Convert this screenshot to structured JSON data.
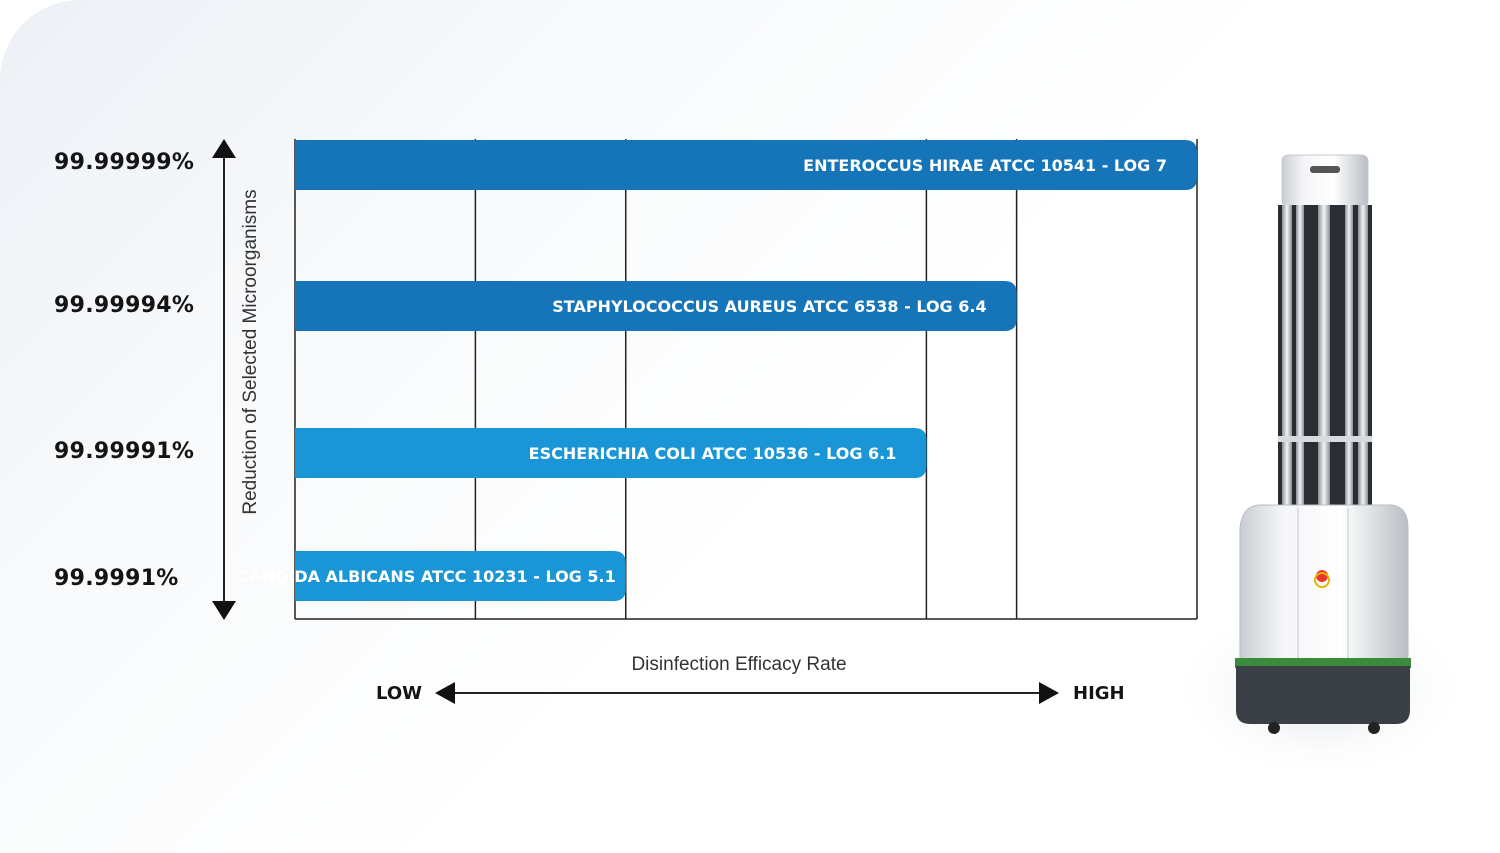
{
  "chart_data": {
    "type": "bar",
    "orientation": "horizontal",
    "ylabel": "Reduction of Selected Microorganisms",
    "xlabel": "Disinfection Efficacy Rate",
    "x_low_label": "LOW",
    "x_high_label": "HIGH",
    "xlim": [
      4,
      7
    ],
    "categories": [
      "ENTEROCCUS HIRAE ATCC 10541 - LOG 7",
      "STAPHYLOCOCCUS AUREUS ATCC 6538 - LOG 6.4",
      "ESCHERICHIA COLI ATCC 10536 - LOG 6.1",
      "CANDIDA ALBICANS ATCC 10231 - LOG 5.1"
    ],
    "values": [
      7,
      6.4,
      6.1,
      5.1
    ],
    "reduction_labels": [
      "99.99999%",
      "99.99994%",
      "99.99991%",
      "99.9991%"
    ],
    "grid": true,
    "colors": {
      "bar_dark": "#1674b8",
      "bar_light": "#1a96d6",
      "axis": "#222222"
    }
  }
}
